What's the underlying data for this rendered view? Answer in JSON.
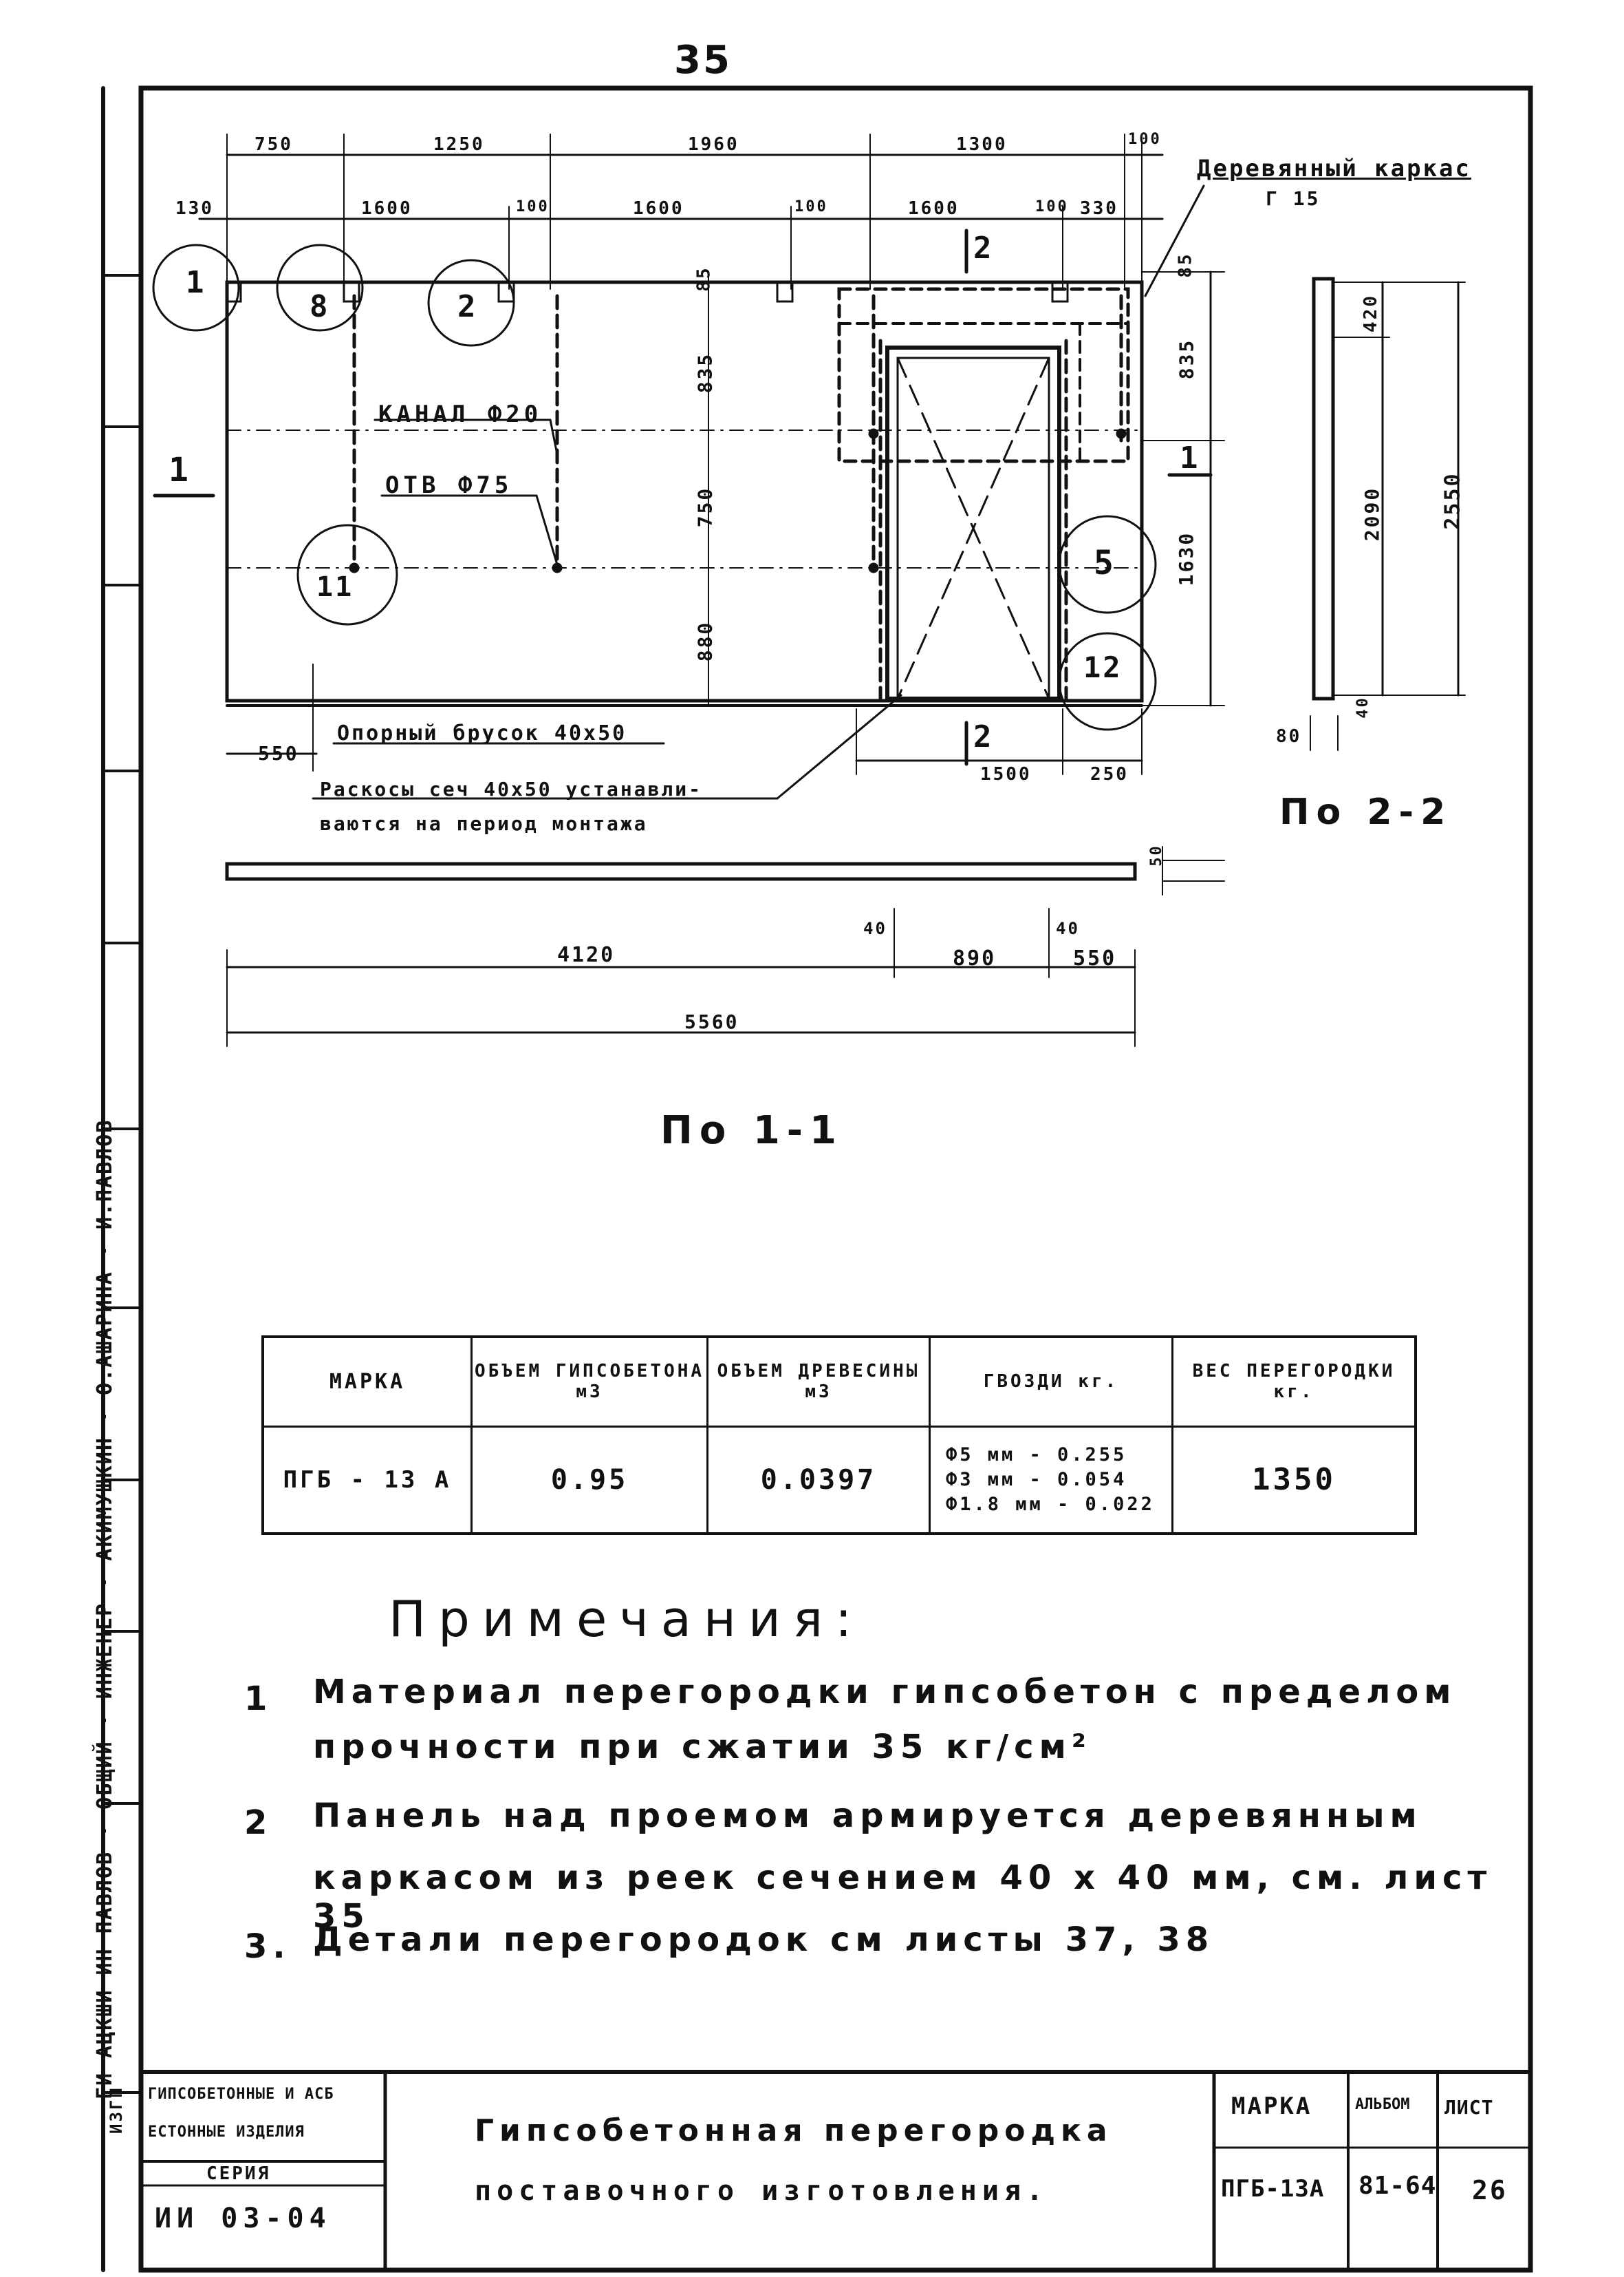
{
  "page_number": "35",
  "side_strip": "ГИ АЦКШИ ИН ПАВЛОВ · ОБЩИЙ · ИНЖЕНЕР · АКИМУШКИН · О.АШАРИНА · И.ПАВЛОВ",
  "drawing": {
    "dims_top_row1": [
      "750",
      "1250",
      "1960",
      "1300",
      "100"
    ],
    "dims_top_row2": [
      "130",
      "1600",
      "100",
      "1600",
      "100",
      "1600",
      "100",
      "330"
    ],
    "frame_label": "Деревянный каркас",
    "frame_sub": "Г 15",
    "callouts": [
      "1",
      "8",
      "2",
      "11",
      "5",
      "12"
    ],
    "vert_dims_mid": [
      "85",
      "835",
      "750",
      "880"
    ],
    "vert_dims_right": [
      "85",
      "835",
      "1630"
    ],
    "section_2_top": "2",
    "section_2_bottom": "2",
    "section_1_left": "1",
    "section_1_right": "1",
    "kanal_label": "КАНАЛ Ф20",
    "otv_label": "ОТВ Ф75",
    "dim_550": "550",
    "support_label": "Опорный брусок 40х50",
    "braces_label_1": "Раскосы сеч 40х50 устанавли-",
    "braces_label_2": "ваются на период монтажа",
    "dim_1500": "1500",
    "dim_250": "250",
    "section22_dims": [
      "420",
      "2090",
      "2550",
      "40",
      "80"
    ],
    "section22_caption": "По 2-2",
    "plan_dims": [
      "50",
      "40",
      "40",
      "4120",
      "890",
      "550",
      "5560"
    ],
    "plan_caption": "По 1-1"
  },
  "table": {
    "headers": [
      "МАРКА",
      "ОБЪЕМ ГИПСОБЕТОНА м3",
      "ОБЪЕМ ДРЕВЕСИНЫ м3",
      "ГВОЗДИ кг.",
      "ВЕС ПЕРЕГОРОДКИ кг."
    ],
    "row": {
      "mark": "ПГБ - 13 А",
      "gypsum": "0.95",
      "wood": "0.0397",
      "nails": [
        "Ф5 мм - 0.255",
        "Ф3 мм - 0.054",
        "Ф1.8 мм - 0.022"
      ],
      "weight": "1350"
    }
  },
  "notes": {
    "heading": "Примечания:",
    "items": [
      {
        "num": "1",
        "line1": "Материал перегородки гипсобетон с пределом",
        "line2": "прочности при сжатии 35 кг/см²"
      },
      {
        "num": "2",
        "line1": "Панель над проемом армируется деревянным",
        "line2": "каркасом из реек сечением 40 x 40 мм, см. лист 35"
      },
      {
        "num": "3.",
        "line1": "Детали перегородок см листы 37, 38",
        "line2": ""
      }
    ]
  },
  "stamp": {
    "org_line1": "ГИПСОБЕТОННЫЕ И АСБ",
    "org_line2": "ЕСТОННЫЕ ИЗДЕЛИЯ",
    "series_label": "СЕРИЯ",
    "series_value": "ИИ 03-04",
    "title_line1": "Гипсобетонная перегородка",
    "title_line2": "поставочного изготовления.",
    "mark_label": "МАРКА",
    "mark_value": "ПГБ-13А",
    "album_label": "АЛЬБОМ",
    "album_value": "81-64",
    "sheet_label": "ЛИСТ",
    "sheet_value": "26"
  },
  "stamp_side": "ИЗГП"
}
